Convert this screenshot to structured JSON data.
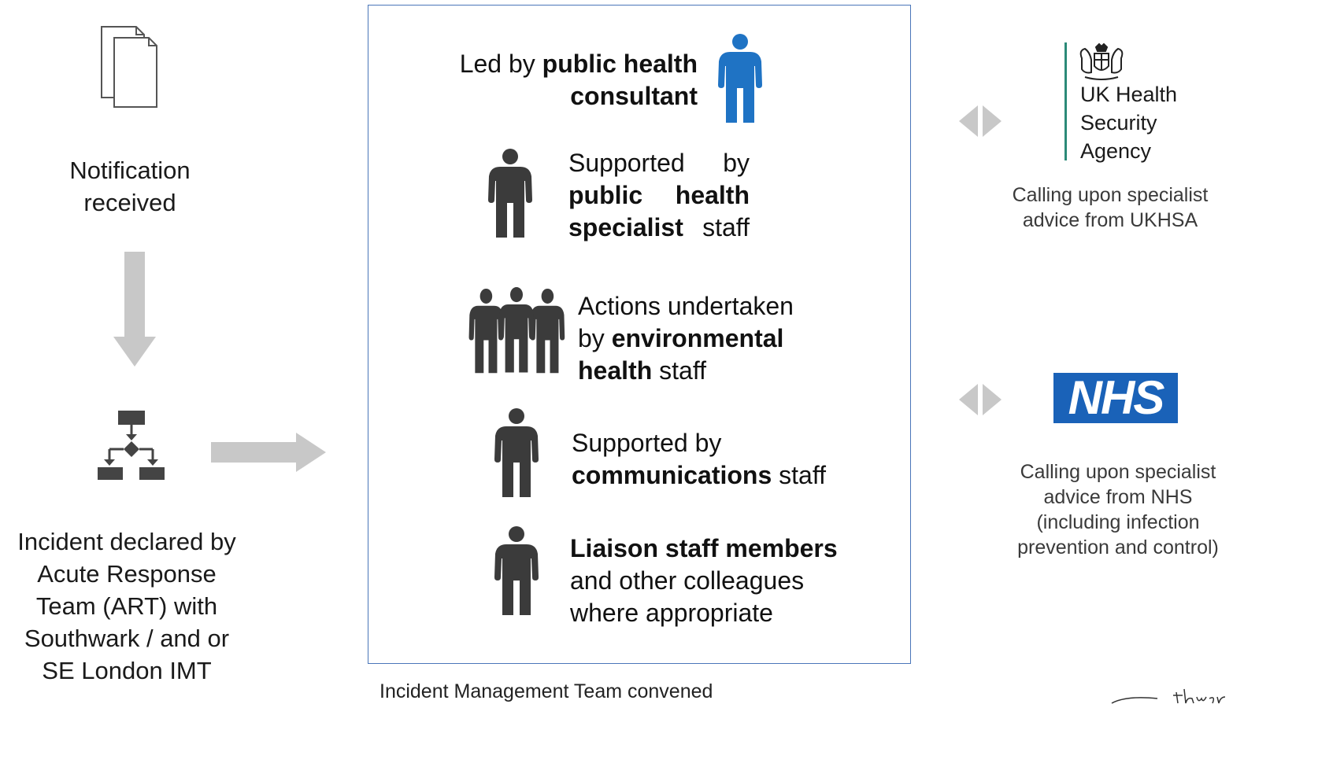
{
  "left": {
    "notification_text": "Notification received",
    "incident_text": "Incident declared by Acute Response Team (ART) with Southwark / and or SE London IMT"
  },
  "imt": {
    "roles": [
      {
        "pre": "Led by ",
        "bold": "public health consultant",
        "post": ""
      },
      {
        "pre": "Supported by ",
        "bold": "public health specialist",
        "post": " staff"
      },
      {
        "pre": "Actions undertaken by ",
        "bold": "environmental health",
        "post": " staff"
      },
      {
        "pre": "Supported by ",
        "bold": "communications",
        "post": " staff"
      },
      {
        "pre": "",
        "bold": "Liaison staff members",
        "post": " and other colleagues where appropriate"
      }
    ],
    "caption": "Incident Management Team convened"
  },
  "right": {
    "ukhsa_logo_text": [
      "UK Health",
      "Security",
      "Agency"
    ],
    "ukhsa_caption": "Calling upon specialist advice from UKHSA",
    "nhs_logo_text": "NHS",
    "nhs_caption": "Calling upon specialist advice from NHS (including infection prevention and control)"
  },
  "colors": {
    "lead_person": "#1f73c4",
    "person": "#3b3b3b",
    "arrow": "#c8c8c8",
    "box_border": "#4a76b9",
    "nhs_blue": "#1a62b8",
    "ukhsa_bar": "#2b8a78"
  },
  "icons": [
    "documents-icon",
    "down-arrow",
    "flowchart-icon",
    "right-arrow",
    "person-icon",
    "group-icon",
    "double-arrow-icon",
    "crest-icon"
  ]
}
